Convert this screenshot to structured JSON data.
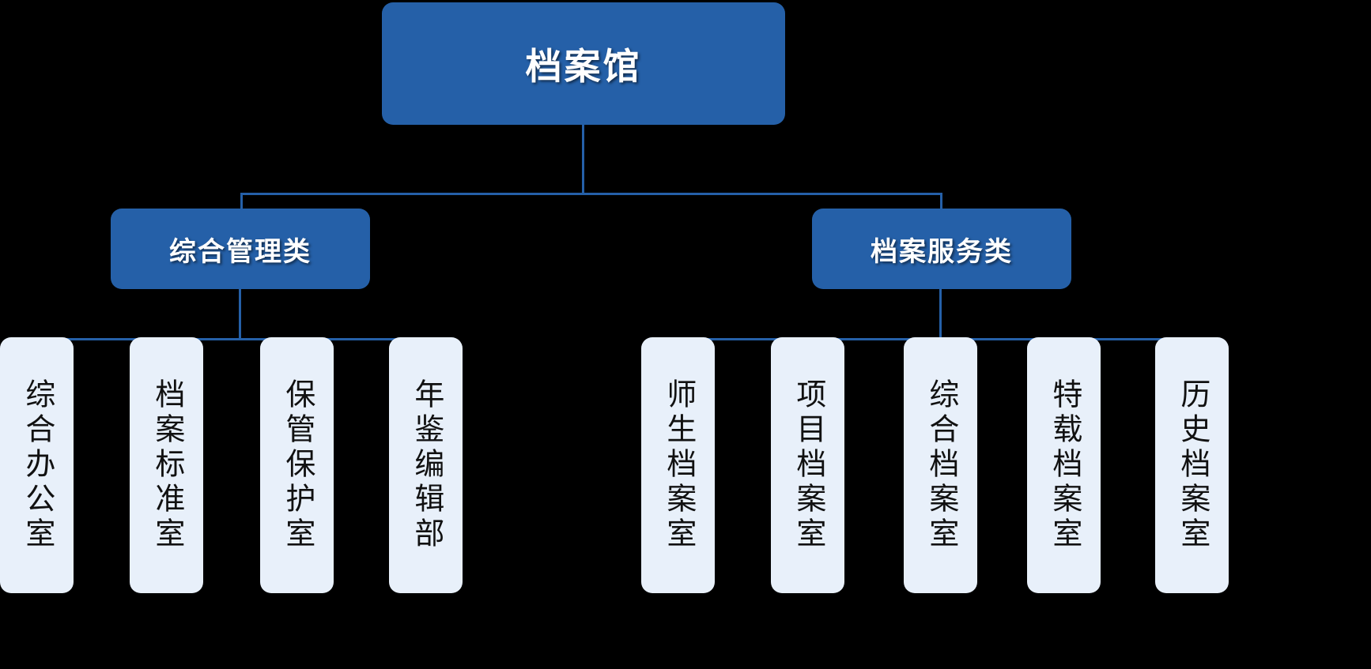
{
  "diagram": {
    "type": "organizational-chart",
    "orientation": "top-down",
    "title_node": "档案馆",
    "colors": {
      "background": "#000000",
      "node_fill_primary": "#2560A8",
      "node_text_primary": "#FFFFFF",
      "node_fill_leaf": "#E8F0FA",
      "node_text_leaf": "#111111",
      "connector": "#2560A8"
    }
  },
  "root": {
    "label": "档案馆"
  },
  "branches": [
    {
      "label": "综合管理类"
    },
    {
      "label": "档案服务类"
    }
  ],
  "leaves": {
    "comprehensive_management": [
      {
        "label": "综合办公室"
      },
      {
        "label": "档案标准室"
      },
      {
        "label": "保管保护室"
      },
      {
        "label": "年鉴编辑部"
      }
    ],
    "archive_services": [
      {
        "label": "师生档案室"
      },
      {
        "label": "项目档案室"
      },
      {
        "label": "综合档案室"
      },
      {
        "label": "特载档案室"
      },
      {
        "label": "历史档案室"
      }
    ]
  }
}
